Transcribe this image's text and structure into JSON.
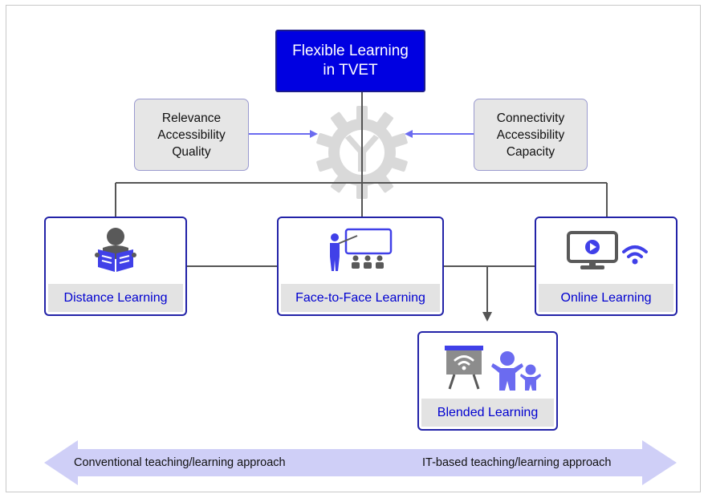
{
  "title": {
    "line1": "Flexible Learning",
    "line2": "in TVET"
  },
  "left_factors": [
    "Relevance",
    "Accessibility",
    "Quality"
  ],
  "right_factors": [
    "Connectivity",
    "Accessibility",
    "Capacity"
  ],
  "modes": {
    "distance": "Distance Learning",
    "face_to_face": "Face-to-Face Learning",
    "online": "Online Learning",
    "blended": "Blended Learning"
  },
  "spectrum": {
    "left": "Conventional teaching/learning approach",
    "right": "IT-based teaching/learning approach"
  },
  "colors": {
    "title_fill": "#0000e1",
    "box_border": "#2323a8",
    "label_text": "#0000d0",
    "factor_fill": "#e6e6e6",
    "arrow_band": "#cfcff7",
    "accent_icon": "#6b6bf0",
    "gear": "#d9d9d9"
  },
  "icons": [
    "gear-logo-icon",
    "reading-person-icon",
    "teacher-classroom-icon",
    "monitor-play-icon",
    "wifi-icon",
    "wifi-board-icon",
    "parent-child-icon"
  ]
}
